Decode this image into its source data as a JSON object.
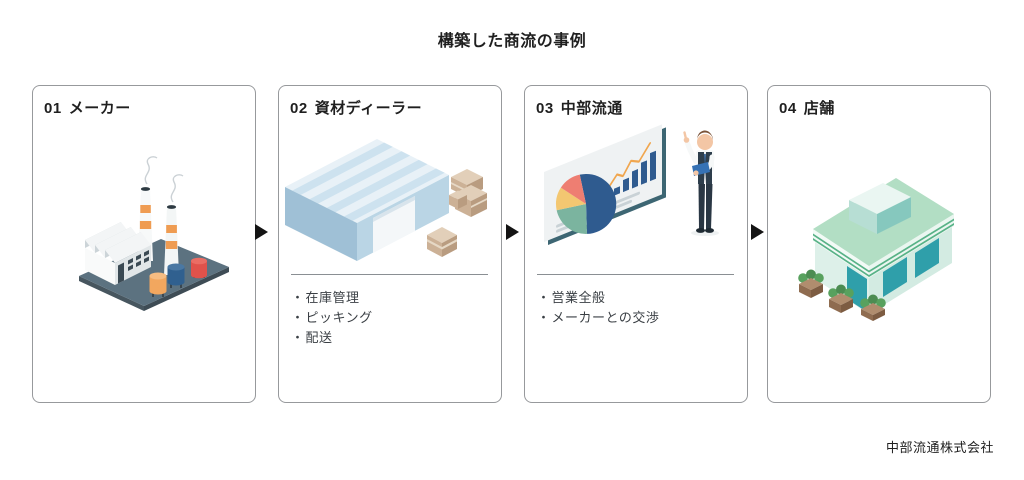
{
  "page": {
    "title": "構築した商流の事例",
    "footer": "中部流通株式会社",
    "bullet_marker": "・"
  },
  "steps": [
    {
      "number": "01",
      "label": "メーカー",
      "illustration": "factory",
      "bullets": []
    },
    {
      "number": "02",
      "label": "資材ディーラー",
      "illustration": "warehouse",
      "bullets": [
        "在庫管理",
        "ピッキング",
        "配送"
      ]
    },
    {
      "number": "03",
      "label": "中部流通",
      "illustration": "presentation",
      "bullets": [
        "営業全般",
        "メーカーとの交渉"
      ]
    },
    {
      "number": "04",
      "label": "店舗",
      "illustration": "store",
      "bullets": []
    }
  ],
  "colors": {
    "card_border": "#97999c",
    "divider": "#8a8f93",
    "arrow": "#141414",
    "text": "#1f1f1f",
    "muted_text": "#3a3f44",
    "background": "#ffffff",
    "illustration_blue": "#2f5b8f",
    "illustration_teal": "#7bb49f",
    "illustration_orange": "#ef9c52",
    "illustration_green": "#58b287",
    "illustration_slate": "#5c7280"
  }
}
